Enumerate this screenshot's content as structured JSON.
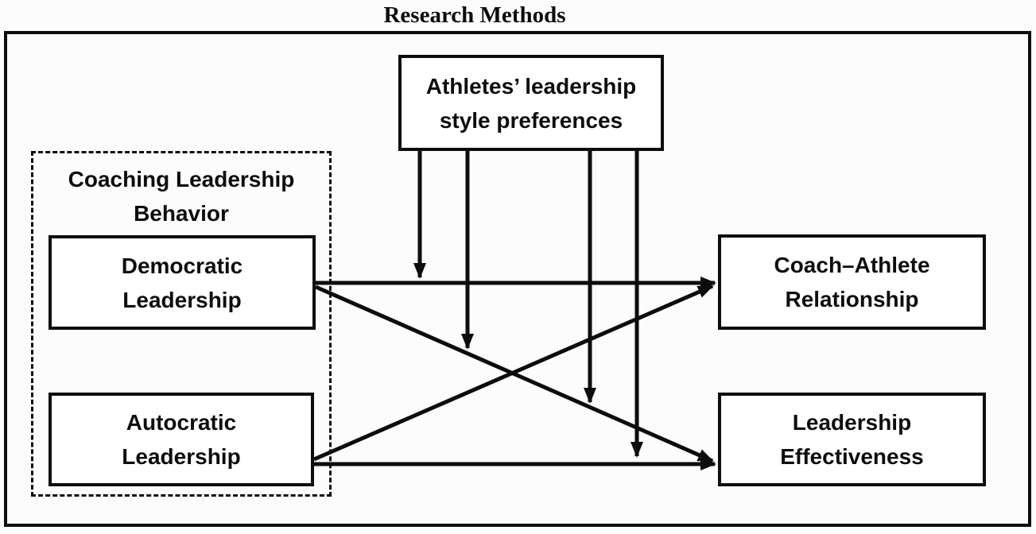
{
  "title": "Research Methods",
  "nodes": {
    "athletes": {
      "label": "Athletes’ leadership style preferences"
    },
    "coaching_group": {
      "label": "Coaching Leadership Behavior"
    },
    "democratic": {
      "label": "Democratic Leadership"
    },
    "autocratic": {
      "label": "Autocratic Leadership"
    },
    "relationship": {
      "label": "Coach–Athlete Relationship"
    },
    "effectiveness": {
      "label": "Leadership Effectiveness"
    }
  },
  "edges": [
    {
      "from": "Democratic Leadership",
      "to": "Coach–Athlete Relationship",
      "type": "direct-effect"
    },
    {
      "from": "Democratic Leadership",
      "to": "Leadership Effectiveness",
      "type": "direct-effect"
    },
    {
      "from": "Autocratic Leadership",
      "to": "Coach–Athlete Relationship",
      "type": "direct-effect"
    },
    {
      "from": "Autocratic Leadership",
      "to": "Leadership Effectiveness",
      "type": "direct-effect"
    },
    {
      "from": "Athletes’ leadership style preferences",
      "to": "Democratic Leadership → Coach–Athlete Relationship path",
      "type": "moderation"
    },
    {
      "from": "Athletes’ leadership style preferences",
      "to": "Democratic Leadership → Leadership Effectiveness path",
      "type": "moderation"
    },
    {
      "from": "Athletes’ leadership style preferences",
      "to": "Autocratic Leadership → Coach–Athlete Relationship path",
      "type": "moderation"
    },
    {
      "from": "Athletes’ leadership style preferences",
      "to": "Autocratic Leadership → Leadership Effectiveness path",
      "type": "moderation"
    }
  ],
  "colors": {
    "line": "#0d0d0d",
    "text": "#0d0d0d",
    "background": "#fcfcfc",
    "node_fill": "#ffffff"
  }
}
